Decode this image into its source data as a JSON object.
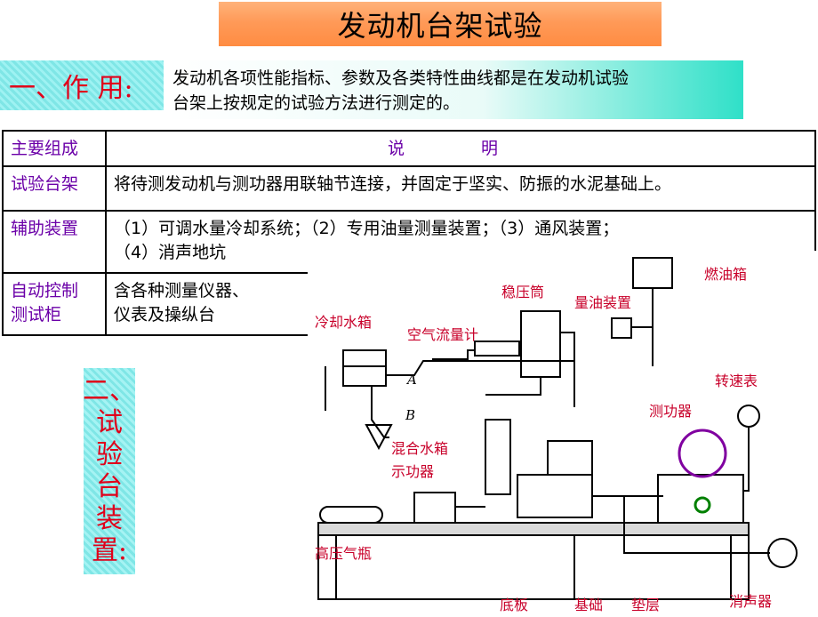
{
  "title": "发动机台架试验",
  "section1": {
    "label": "一、作 用:",
    "text_line1": "发动机各项性能指标、参数及各类特性曲线都是在发动机试验",
    "text_line2": "台架上按规定的试验方法进行测定的。"
  },
  "table": {
    "header": [
      "主要组成",
      "说 明"
    ],
    "rows": [
      {
        "key": "试验台架",
        "desc": "将待测发动机与测功器用联轴节连接，并固定于坚实、防振的水泥基础上。"
      },
      {
        "key": "辅助装置",
        "desc1": "（1）可调水量冷却系统；（2）专用油量测量装置；（3）通风装置；",
        "desc2": "（4）消声地坑"
      },
      {
        "key1": "自动控制",
        "key2": "测试柜",
        "desc1": "含各种测量仪器、",
        "desc2": "仪表及操纵台"
      }
    ]
  },
  "section2": {
    "chars": [
      "二、",
      "试",
      "验",
      "台",
      "装",
      "置:"
    ]
  },
  "diagram_labels": {
    "fuel_tank": "燃油箱",
    "stabilizer": "稳压筒",
    "fuel_measure": "量油装置",
    "cooling_tank": "冷却水箱",
    "air_flow": "空气流量计",
    "tachometer": "转速表",
    "dynamometer": "测功器",
    "mixing_tank": "混合水箱",
    "indicator": "示功器",
    "gas_cylinder": "高压气瓶",
    "base_plate": "底板",
    "foundation": "基础",
    "pad": "垫层",
    "muffler": "消声器",
    "point_a": "A",
    "point_b": "B"
  }
}
